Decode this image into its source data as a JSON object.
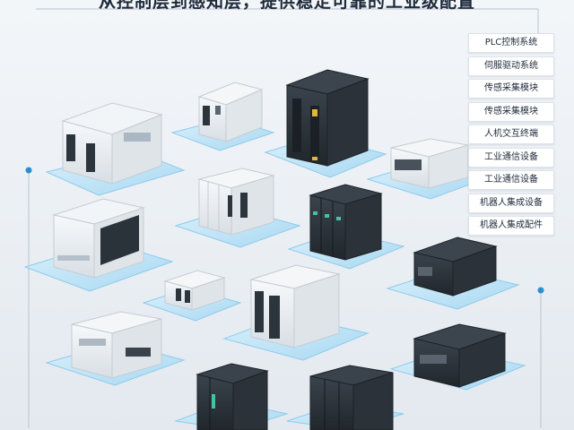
{
  "headline": "从控制层到感知层，提供稳定可靠的工业级配置",
  "menu": [
    "PLC控制系统",
    "伺服驱动系统",
    "传感采集模块",
    "传感采集模块",
    "人机交互终端",
    "工业通信设备",
    "工业通信设备",
    "机器人集成设备",
    "机器人集成配件"
  ],
  "colors": {
    "background": "#eef2f6",
    "platform": "#bfe3f7",
    "device_light": "#e9edf1",
    "device_dark": "#2c343c",
    "accent_line": "#2a8fd0"
  }
}
